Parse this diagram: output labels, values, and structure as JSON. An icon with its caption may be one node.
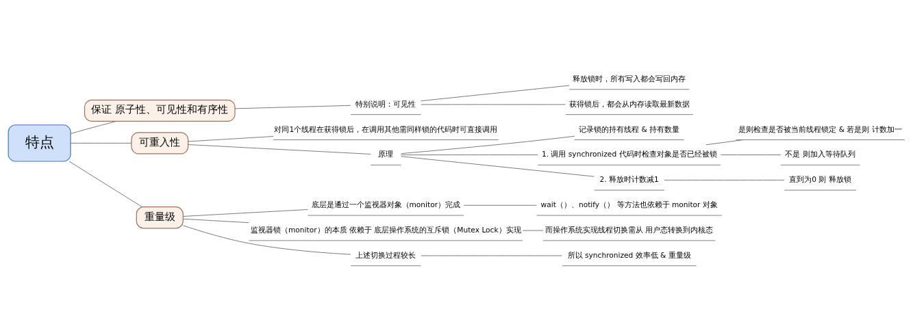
{
  "diagram": {
    "nodes": [
      {
        "text": [
          "特点"
        ]
      },
      {
        "text": [
          "保证 原子性、可见性和有序性"
        ]
      },
      {
        "text": [
          "特别说明：可见性"
        ]
      },
      {
        "text": [
          "释放锁时，所有写入都会写回内存"
        ]
      },
      {
        "text": [
          "获得锁后，都会从内存读取最新数据"
        ]
      },
      {
        "text": [
          "可重入性"
        ]
      },
      {
        "text": [
          "对同1个线程在获得锁后，在调用其他需同样锁的代码时可直接调用"
        ]
      },
      {
        "text": [
          "原理"
        ]
      },
      {
        "text": [
          "记录锁的持有线程 & 持有数量"
        ]
      },
      {
        "text": [
          "1. 调用 synchronized 代码时检查对象是否已经被锁"
        ]
      },
      {
        "text": [
          "是则检查是否被当前线程锁定 & 若是则 计数加一"
        ]
      },
      {
        "text": [
          "不是 则加入等待队列"
        ]
      },
      {
        "text": [
          "2. 释放时计数减1"
        ]
      },
      {
        "text": [
          "直到为0 则 释放锁"
        ]
      },
      {
        "text": [
          "重量级"
        ]
      },
      {
        "text": [
          "底层是通过一个监视器对象（monitor）完成"
        ]
      },
      {
        "text": [
          "wait（）、notify（） 等方法也依赖于 monitor 对象"
        ]
      },
      {
        "text": [
          "监视器锁（monitor）的本质 依赖于 底层操作系统的互斥锁（Mutex Lock）实现"
        ]
      },
      {
        "text": [
          "而操作系统实现线程切换需从 用户态转换到内核态"
        ]
      },
      {
        "text": [
          "上述切换过程较长"
        ]
      },
      {
        "text": [
          "所以 synchronized 效率低 & 重量级"
        ]
      }
    ],
    "edges": [
      {
        "from": 0,
        "to": 1,
        "arrow": "none"
      },
      {
        "from": 1,
        "to": 2,
        "arrow": "none"
      },
      {
        "from": 2,
        "to": 3,
        "arrow": "none"
      },
      {
        "from": 2,
        "to": 4,
        "arrow": "none"
      },
      {
        "from": 0,
        "to": 5,
        "arrow": "none"
      },
      {
        "from": 5,
        "to": 6,
        "arrow": "none"
      },
      {
        "from": 5,
        "to": 7,
        "arrow": "none"
      },
      {
        "from": 7,
        "to": 8,
        "arrow": "none"
      },
      {
        "from": 7,
        "to": 9,
        "arrow": "none"
      },
      {
        "from": 9,
        "to": 10,
        "arrow": "none"
      },
      {
        "from": 9,
        "to": 11,
        "arrow": "none"
      },
      {
        "from": 7,
        "to": 12,
        "arrow": "none"
      },
      {
        "from": 12,
        "to": 13,
        "arrow": "none"
      },
      {
        "from": 0,
        "to": 14,
        "arrow": "none"
      },
      {
        "from": 14,
        "to": 15,
        "arrow": "none"
      },
      {
        "from": 15,
        "to": 16,
        "arrow": "none"
      },
      {
        "from": 14,
        "to": 17,
        "arrow": "none"
      },
      {
        "from": 17,
        "to": 18,
        "arrow": "none"
      },
      {
        "from": 14,
        "to": 19,
        "arrow": "none"
      },
      {
        "from": 19,
        "to": 20,
        "arrow": "none"
      }
    ]
  }
}
